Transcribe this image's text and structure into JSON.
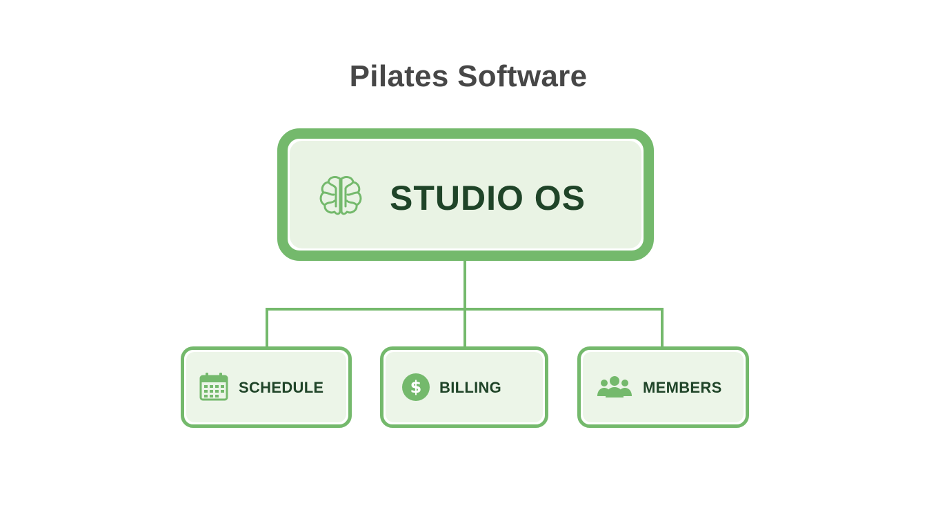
{
  "title": "Pilates Software",
  "colors": {
    "accent": "#74b96c",
    "box_fill": "#e9f3e4",
    "label_text": "#1f4428",
    "title_text": "#474747"
  },
  "root": {
    "label": "STUDIO OS",
    "icon": "brain-icon"
  },
  "children": [
    {
      "label": "SCHEDULE",
      "icon": "calendar-icon"
    },
    {
      "label": "BILLING",
      "icon": "dollar-icon"
    },
    {
      "label": "MEMBERS",
      "icon": "users-icon"
    }
  ]
}
